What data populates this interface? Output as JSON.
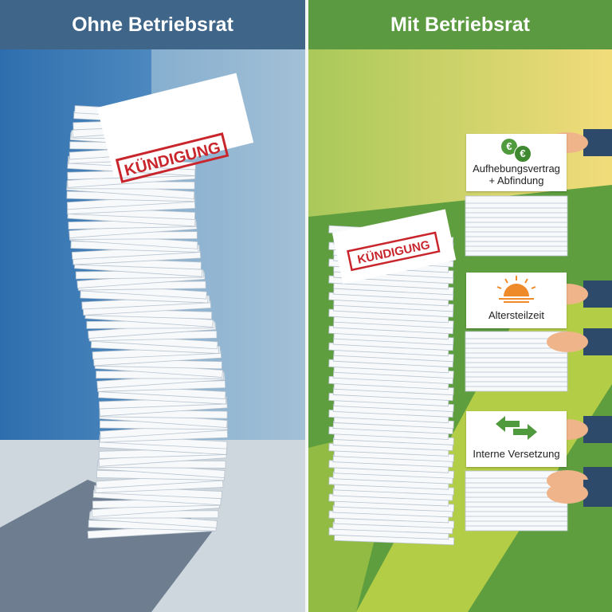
{
  "left": {
    "title": "Ohne Betriebsrat",
    "stamp": "KÜNDIGUNG"
  },
  "right": {
    "title": "Mit Betriebsrat",
    "stamp": "KÜNDIGUNG",
    "options": [
      {
        "label_line1": "Aufhebungsvertrag",
        "label_line2": "+ Abfindung",
        "icon": "euro-coins-icon"
      },
      {
        "label_line1": "Altersteilzeit",
        "label_line2": "",
        "icon": "sunset-icon"
      },
      {
        "label_line1": "Interne Versetzung",
        "label_line2": "",
        "icon": "swap-arrows-icon"
      }
    ]
  },
  "colors": {
    "left_header": "#3f6688",
    "right_header": "#5b9a40",
    "stamp_red": "#c8262c",
    "sun": "#ee8a2a",
    "arrow_green": "#4f9a3c"
  }
}
